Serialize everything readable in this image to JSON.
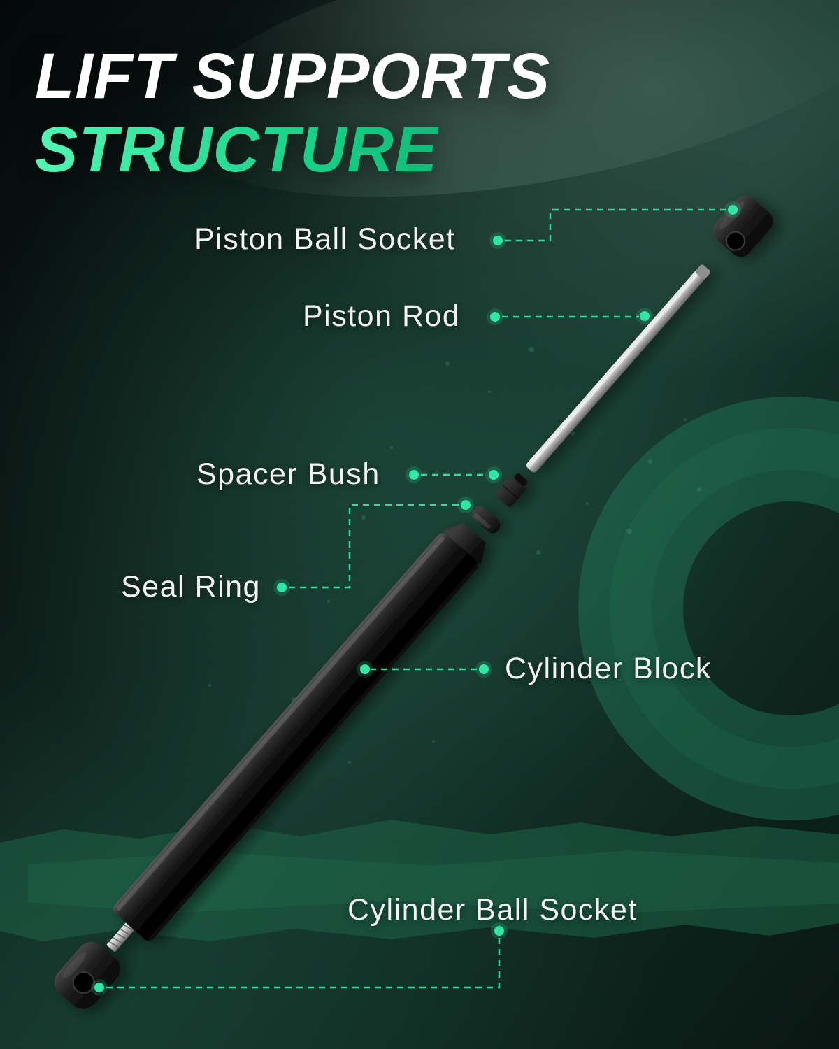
{
  "title": {
    "line1": "LIFT SUPPORTS",
    "line2": "STRUCTURE"
  },
  "parts": {
    "piston_ball_socket": {
      "label": "Piston Ball Socket"
    },
    "piston_rod": {
      "label": "Piston Rod"
    },
    "spacer_bush": {
      "label": "Spacer Bush"
    },
    "seal_ring": {
      "label": "Seal Ring"
    },
    "cylinder_block": {
      "label": "Cylinder Block"
    },
    "cylinder_ball_socket": {
      "label": "Cylinder Ball Socket"
    }
  },
  "diagram": {
    "type": "exploded-parts-diagram",
    "part_order_bottom_to_top": [
      "cylinder_ball_socket",
      "cylinder_block",
      "seal_ring",
      "spacer_bush",
      "piston_rod",
      "piston_ball_socket"
    ]
  },
  "colors": {
    "accent_green": "#2FE6A4",
    "title_green_start": "#53F5B4",
    "title_green_end": "#0AA96C",
    "background_dark": "#0B1713",
    "ring_green": "#217A5B",
    "brush_green": "#1C5F46",
    "label_text": "#F2F2F2",
    "title_white": "#FFFFFF"
  }
}
